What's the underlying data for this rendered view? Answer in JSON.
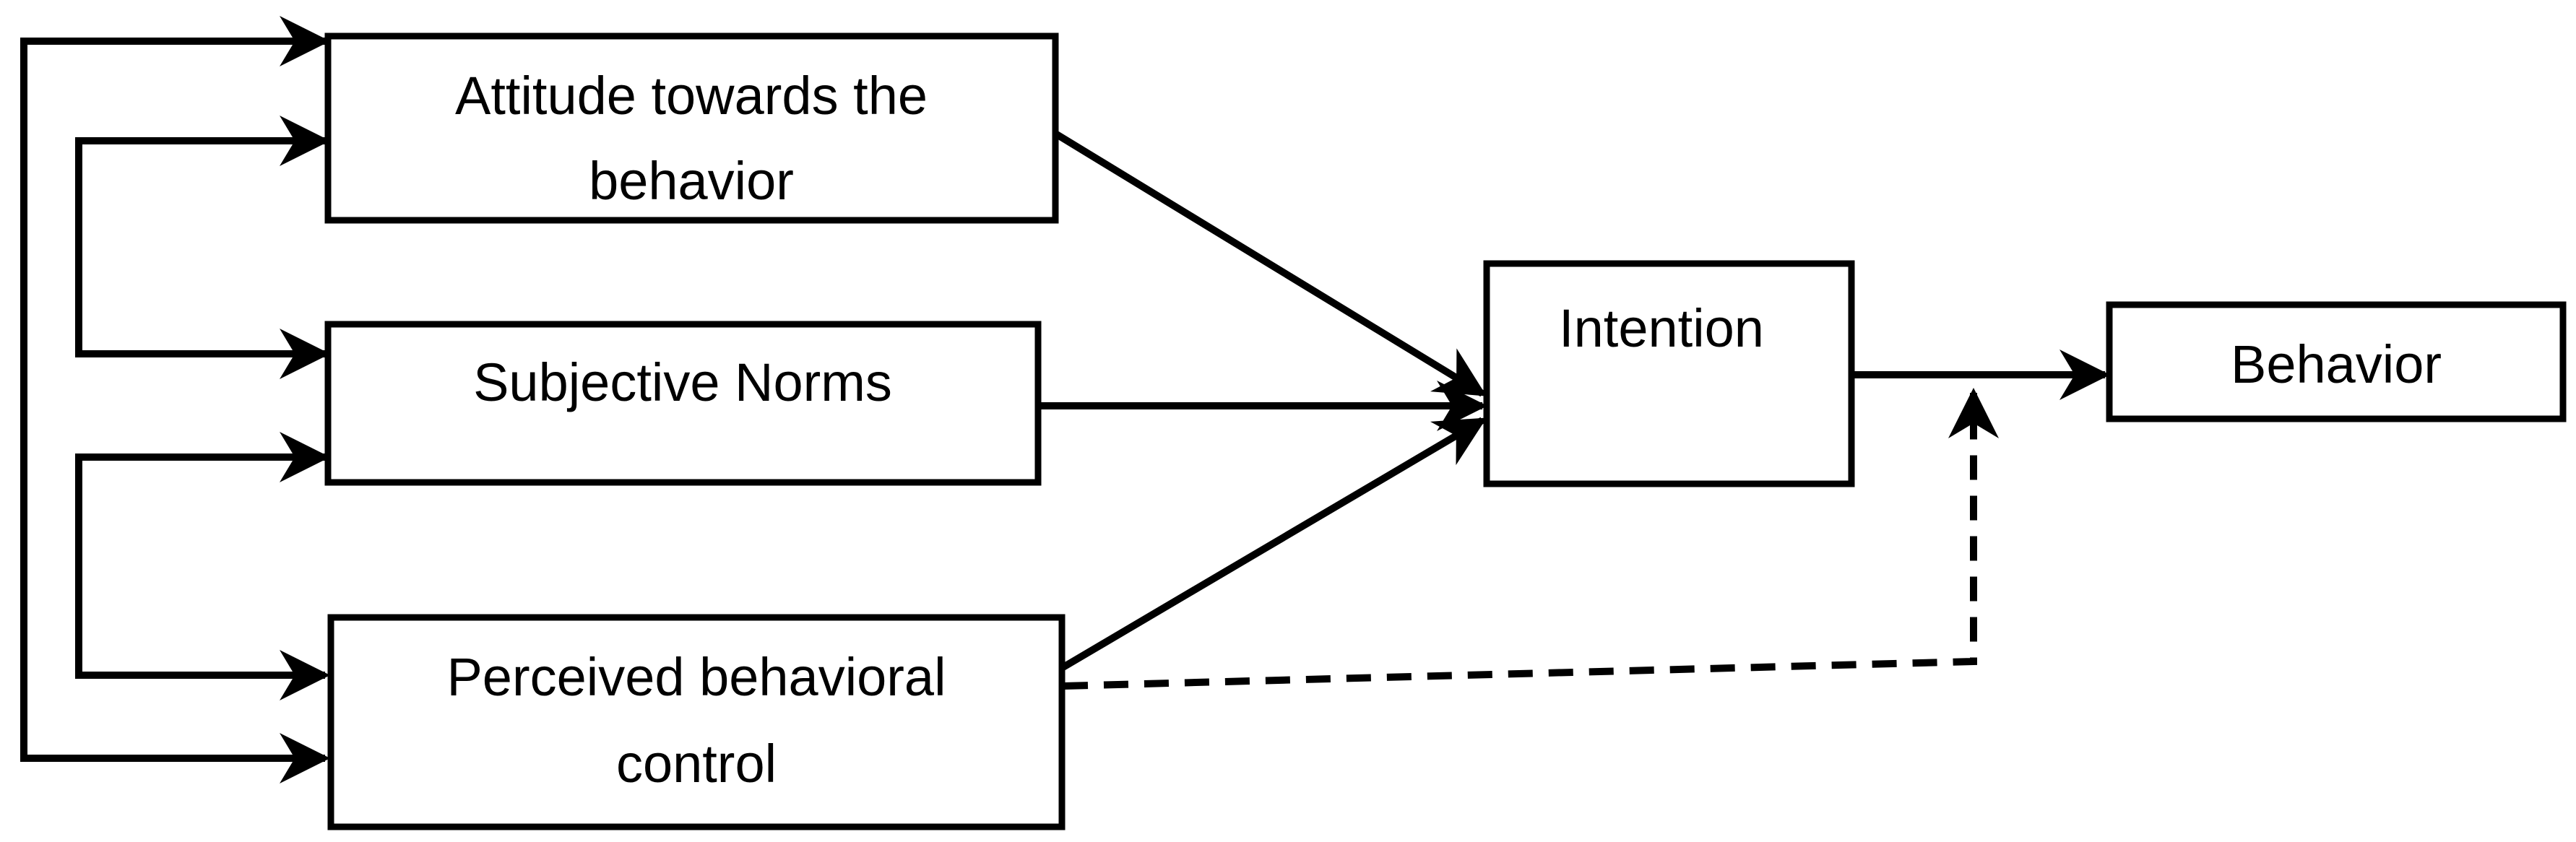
{
  "nodes": {
    "attitude": {
      "lines": [
        "Attitude towards the",
        "behavior"
      ]
    },
    "subjective_norms": {
      "label": "Subjective Norms"
    },
    "pbc": {
      "lines": [
        "Perceived behavioral",
        "control"
      ]
    },
    "intention": {
      "label": "Intention"
    },
    "behavior": {
      "label": "Behavior"
    }
  },
  "edges": [
    {
      "from": "attitude",
      "to": "intention",
      "style": "solid-arrow"
    },
    {
      "from": "subjective_norms",
      "to": "intention",
      "style": "solid-arrow"
    },
    {
      "from": "pbc",
      "to": "intention",
      "style": "solid-arrow"
    },
    {
      "from": "intention",
      "to": "behavior",
      "style": "solid-arrow"
    },
    {
      "from": "pbc",
      "to": "intention-behavior-arrow",
      "style": "dashed-arrow"
    }
  ],
  "correlations": [
    {
      "between": [
        "attitude",
        "subjective_norms"
      ],
      "style": "double-arrow-bracket"
    },
    {
      "between": [
        "subjective_norms",
        "pbc"
      ],
      "style": "double-arrow-bracket"
    },
    {
      "between": [
        "attitude",
        "pbc"
      ],
      "style": "double-arrow-bracket"
    }
  ],
  "colors": {
    "background": "#ffffff",
    "box_fill": "#ffffff",
    "line": "#000000",
    "text": "#000000"
  }
}
